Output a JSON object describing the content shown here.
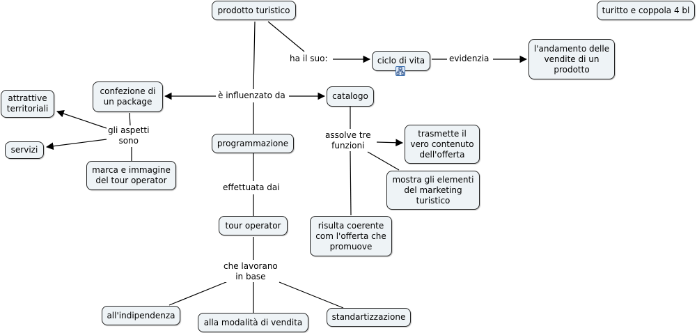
{
  "concepts": {
    "prodotto_turistico": "prodotto turistico",
    "turitto": "turitto e coppola 4 bl",
    "ciclo_di_vita": "ciclo di vita",
    "andamento": "l'andamento delle\nvendite di un\nprodotto",
    "confezione": "confezione di\nun package",
    "catalogo": "catalogo",
    "attrattive": "attrattive\nterritoriali",
    "servizi": "servizi",
    "marca": "marca e immagine\ndel tour operator",
    "programmazione": "programmazione",
    "trasmette": "trasmette il\nvero contenuto\ndell'offerta",
    "mostra": "mostra gli elementi\ndel marketing\nturistico",
    "risulta": "risulta coerente\ncom l'offerta che\npromuove",
    "tour_operator": "tour operator",
    "indipendenza": "all'indipendenza",
    "modalita": "alla modalità di vendita",
    "standard": "standartizzazione"
  },
  "links": {
    "ha_il_suo": "ha il suo:",
    "evidenzia": "evidenzia",
    "influenzato": "è influenzato da",
    "aspetti": "gli aspetti\nsono",
    "assolve": "assolve tre\nfunzioni",
    "effettuata": "effettuata dai",
    "lavorano": "che lavorano\nin base"
  },
  "icons": {
    "ciclo_di_vita": "concept-map-icon"
  },
  "colors": {
    "node_fill": "#eef3f6",
    "border": "#222222"
  }
}
